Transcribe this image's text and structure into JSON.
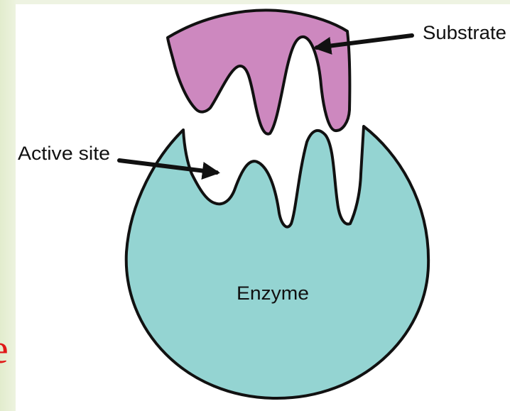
{
  "labels": {
    "substrate": "Substrate",
    "active_site": "Active site",
    "enzyme": "Enzyme"
  },
  "slide": {
    "cropped_text": "e"
  },
  "colors": {
    "substrate_fill": "#cd88bf",
    "enzyme_fill": "#94d4d2",
    "outline": "#111111",
    "slide_background": "#eef3e2",
    "cropped_text": "#e01818"
  }
}
